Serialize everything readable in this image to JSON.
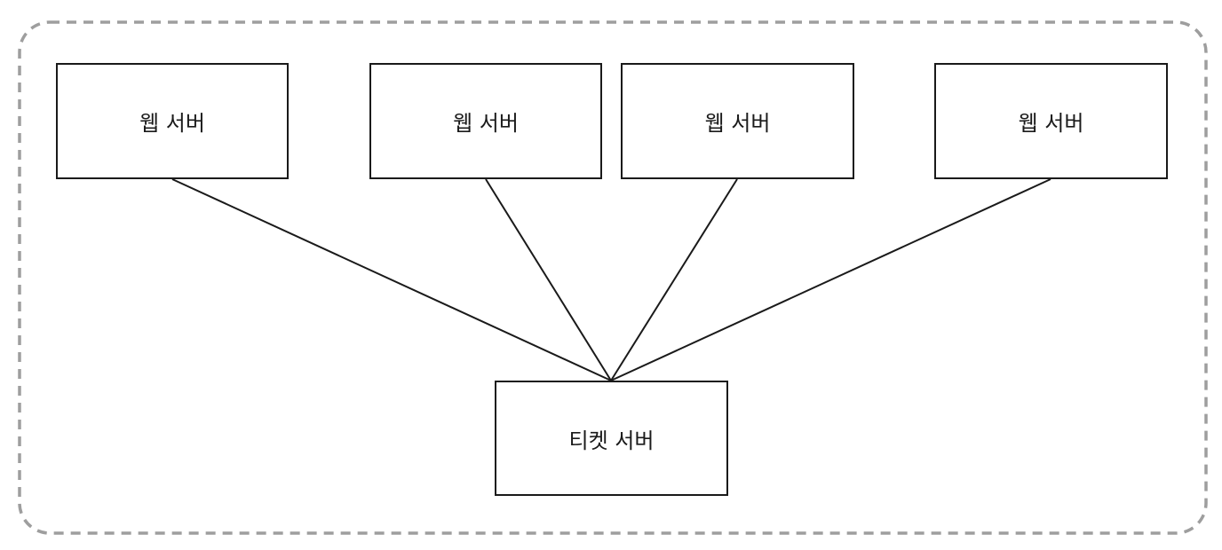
{
  "diagram": {
    "web_servers": [
      {
        "label": "웹 서버"
      },
      {
        "label": "웹 서버"
      },
      {
        "label": "웹 서버"
      },
      {
        "label": "웹 서버"
      }
    ],
    "ticket_server": {
      "label": "티켓 서버"
    },
    "colors": {
      "stroke": "#1a1a1a",
      "container_dash": "#9e9e9e",
      "background": "#ffffff"
    }
  }
}
